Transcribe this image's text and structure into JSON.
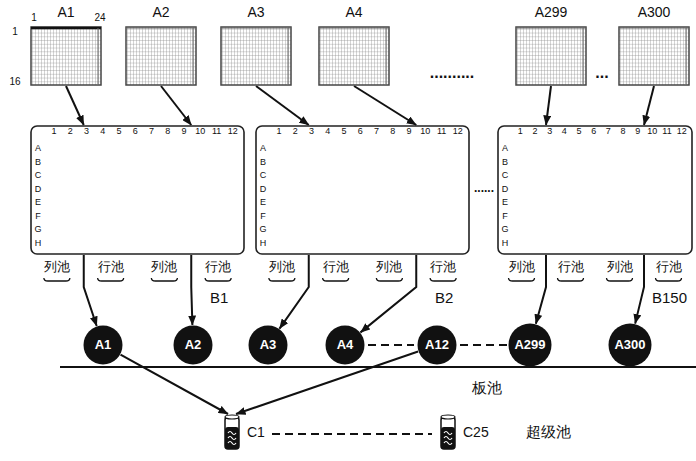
{
  "diagram": {
    "nodes": [
      {
        "text": [
          "A1"
        ]
      },
      {
        "text": [
          "A2"
        ]
      },
      {
        "text": [
          "A3"
        ]
      },
      {
        "text": [
          "A4"
        ]
      },
      {
        "text": [
          "A299"
        ]
      },
      {
        "text": [
          "A300"
        ]
      },
      {
        "text": [
          "B1"
        ]
      },
      {
        "text": [
          "B2"
        ]
      },
      {
        "text": [
          "B150"
        ]
      },
      {
        "text": [
          "A1"
        ]
      },
      {
        "text": [
          "A2"
        ]
      },
      {
        "text": [
          "A3"
        ]
      },
      {
        "text": [
          "A4"
        ]
      },
      {
        "text": [
          "A12"
        ]
      },
      {
        "text": [
          "A299"
        ]
      },
      {
        "text": [
          "A300"
        ]
      },
      {
        "text": [
          "C1"
        ]
      },
      {
        "text": [
          "C25"
        ]
      }
    ],
    "edges": [
      {
        "from": 0,
        "to": 6,
        "arrow": "to"
      },
      {
        "from": 1,
        "to": 6,
        "arrow": "to"
      },
      {
        "from": 2,
        "to": 7,
        "arrow": "to"
      },
      {
        "from": 3,
        "to": 7,
        "arrow": "to"
      },
      {
        "from": 4,
        "to": 8,
        "arrow": "to"
      },
      {
        "from": 5,
        "to": 8,
        "arrow": "to"
      },
      {
        "from": 6,
        "to": 9,
        "arrow": "to"
      },
      {
        "from": 6,
        "to": 10,
        "arrow": "to"
      },
      {
        "from": 7,
        "to": 11,
        "arrow": "to"
      },
      {
        "from": 7,
        "to": 12,
        "arrow": "to"
      },
      {
        "from": 8,
        "to": 14,
        "arrow": "to"
      },
      {
        "from": 8,
        "to": 15,
        "arrow": "to"
      },
      {
        "from": 9,
        "to": 16,
        "arrow": "to"
      },
      {
        "from": 13,
        "to": 16,
        "arrow": "to"
      }
    ],
    "labels": [
      "1",
      "2",
      "3",
      "4",
      "5",
      "6",
      "7",
      "8",
      "9",
      "10",
      "11",
      "12",
      "A",
      "B",
      "C",
      "D",
      "E",
      "F",
      "G",
      "H",
      "列池",
      "行池",
      "列池",
      "行池",
      "1",
      "2",
      "3",
      "4",
      "5",
      "6",
      "7",
      "8",
      "9",
      "10",
      "11",
      "12",
      "A",
      "B",
      "C",
      "D",
      "E",
      "F",
      "G",
      "H",
      "列池",
      "行池",
      "列池",
      "行池",
      "1",
      "2",
      "3",
      "4",
      "5",
      "6",
      "7",
      "8",
      "9",
      "10",
      "11",
      "12",
      "A",
      "B",
      "C",
      "D",
      "E",
      "F",
      "G",
      "H",
      "列池",
      "行池",
      "列池",
      "行池",
      "1",
      "24",
      "1",
      "16",
      "..........",
      "...",
      "......",
      "板池",
      "超级池"
    ]
  }
}
